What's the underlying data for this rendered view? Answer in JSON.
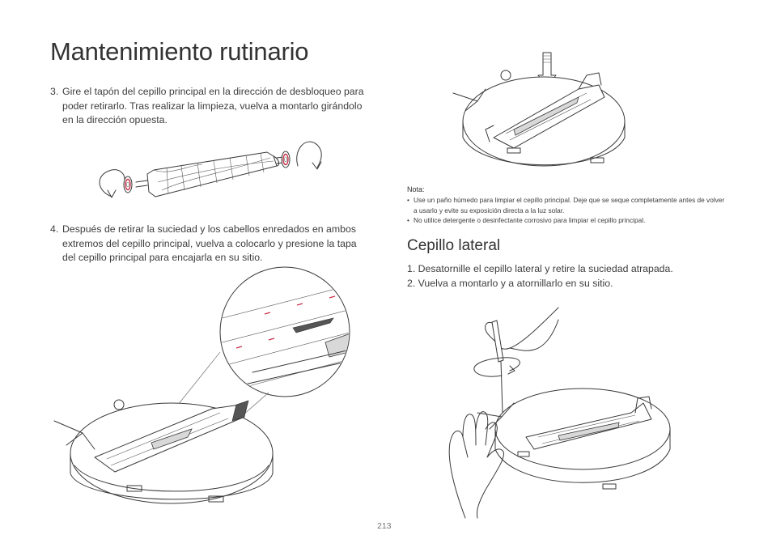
{
  "page": {
    "title": "Mantenimiento rutinario",
    "page_number": "213"
  },
  "steps_left": [
    {
      "number": "3.",
      "text": "Gire el tapón del cepillo principal en la dirección de desbloqueo para poder retirarlo. Tras realizar la limpieza, vuelva a montarlo girándolo en la dirección opuesta."
    },
    {
      "number": "4.",
      "text": "Después de retirar la suciedad y los cabellos enredados en ambos extremos del cepillo principal, vuelva a colocarlo y presione la tapa del cepillo principal para encajarla en su sitio."
    }
  ],
  "note": {
    "label": "Nota:",
    "items": [
      "Use un paño húmedo para limpiar el cepillo principal. Deje que se seque completamente antes de volver a usarlo y evite su exposición directa a la luz solar.",
      "No utilice detergente o desinfectante corrosivo para limpiar el cepillo principal."
    ]
  },
  "side_brush": {
    "heading": "Cepillo lateral",
    "steps": [
      "1. Desatornille el cepillo lateral y retire la suciedad atrapada.",
      "2. Vuelva a montarlo y a atornillarlo en su sitio."
    ]
  },
  "colors": {
    "accent_red": "#c8344c",
    "text": "#3a3a3a"
  }
}
